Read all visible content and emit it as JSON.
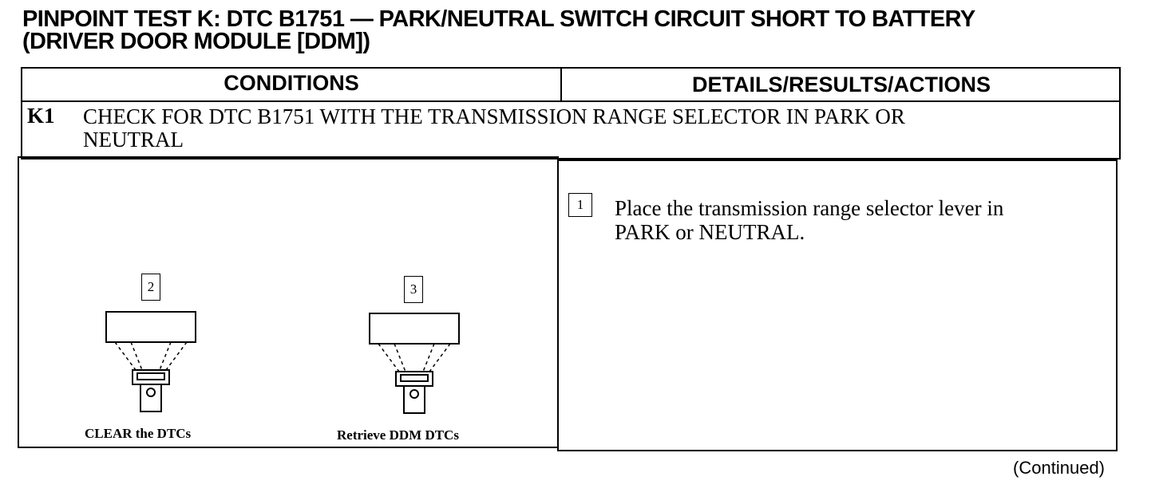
{
  "page": {
    "title_line1": "PINPOINT TEST K:  DTC B1751 — PARK/NEUTRAL SWITCH CIRCUIT SHORT TO BATTERY",
    "title_line2": "(DRIVER DOOR MODULE [DDM])",
    "continued": "(Continued)"
  },
  "table": {
    "headers": {
      "conditions": "CONDITIONS",
      "details": "DETAILS/RESULTS/ACTIONS"
    },
    "step": {
      "id": "K1",
      "text_line1": "CHECK FOR DTC B1751 WITH THE TRANSMISSION RANGE SELECTOR IN PARK OR",
      "text_line2": "NEUTRAL"
    },
    "illustrations": [
      {
        "number": "2",
        "caption": "CLEAR the DTCs",
        "icon": "scan-tool-icon"
      },
      {
        "number": "3",
        "caption": "Retrieve DDM DTCs",
        "icon": "scan-tool-icon"
      }
    ],
    "actions": [
      {
        "number": "1",
        "text_line1": "Place the transmission range selector lever in",
        "text_line2": "PARK or NEUTRAL."
      }
    ]
  }
}
